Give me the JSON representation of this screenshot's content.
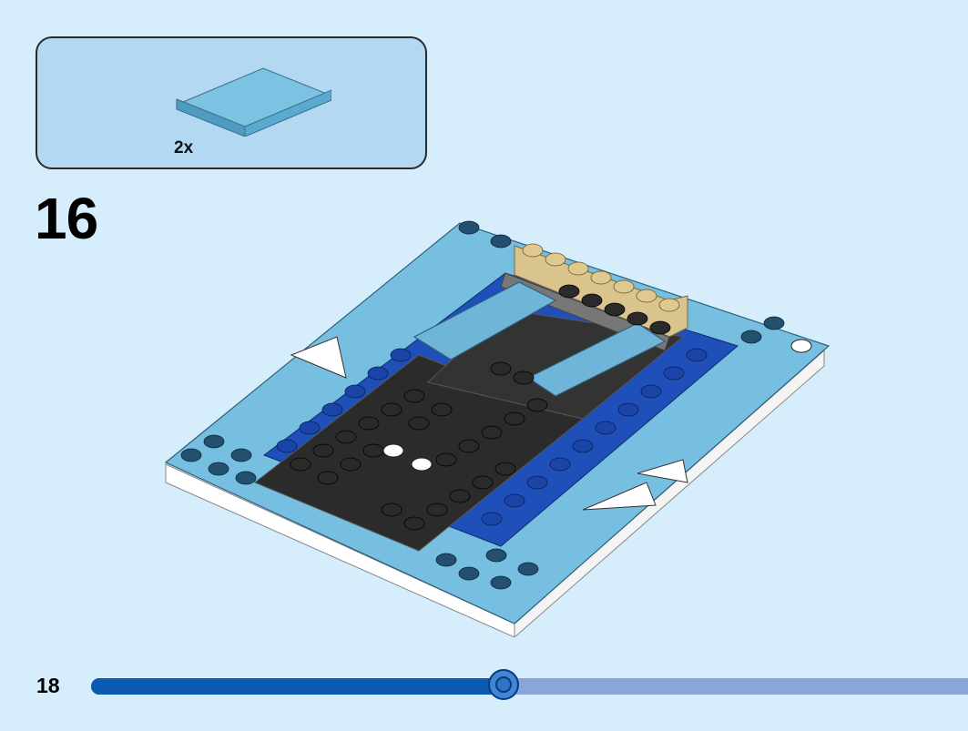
{
  "parts_callout": {
    "part_name": "tile-2x4-medium-azure",
    "quantity": "2x"
  },
  "step": {
    "number": "16"
  },
  "footer": {
    "page_number": "18",
    "progress_fraction": 0.47
  },
  "colors": {
    "background": "#d6edfb",
    "callout": "#b3d8f2",
    "azure": "#6fb9dc",
    "blue": "#1f4fb8",
    "black": "#2b2b2b",
    "tan": "#d9c48e",
    "white": "#ffffff",
    "progress_done": "#0a5ab0",
    "progress_remaining": "#8aa6d8"
  }
}
